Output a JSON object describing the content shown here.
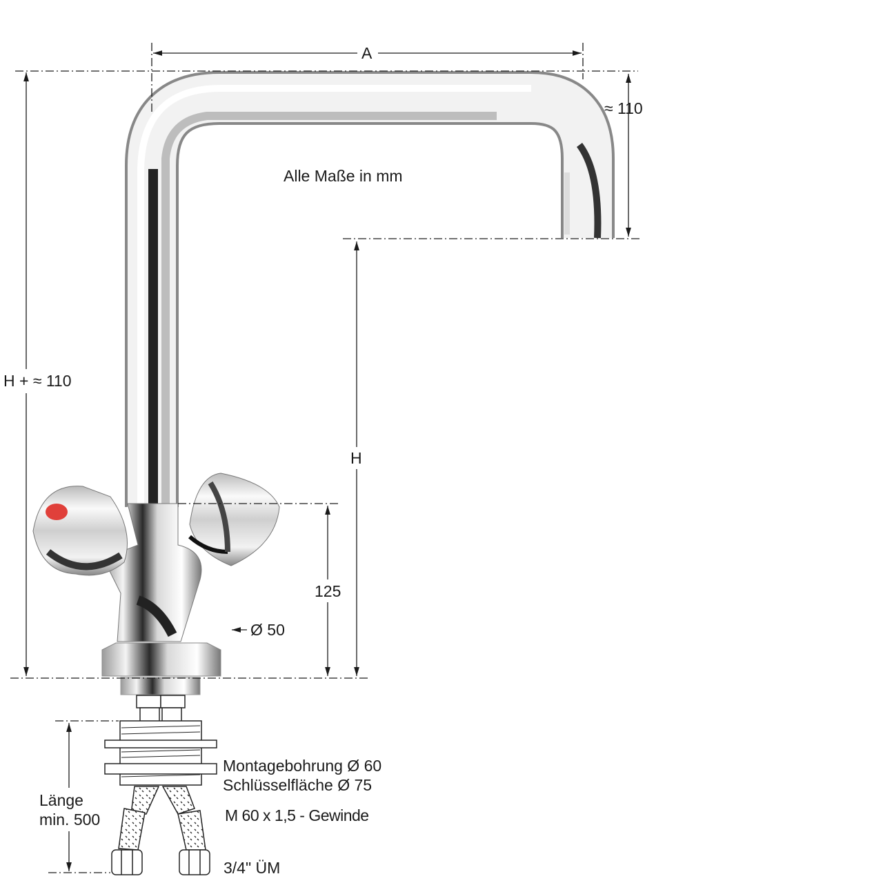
{
  "dimensions": {
    "width_label": "A",
    "spout_drop_label": "≈ 110",
    "total_height_label": "H + ≈ 110",
    "height_label": "H",
    "body_height_label": "125",
    "base_diameter_label": "Ø 50",
    "hose_length_label_line1": "Länge",
    "hose_length_label_line2": "min. 500"
  },
  "notes": {
    "units": "Alle Maße in mm",
    "mounting_hole": "Montagebohrung Ø 60",
    "wrench_flat": "Schlüsselfläche Ø 75",
    "thread": "M 60 x 1,5 - Gewinde",
    "connection": "3/4\" ÜM"
  },
  "colors": {
    "hot_indicator": "#e0403a",
    "line": "#1a1a1a"
  }
}
